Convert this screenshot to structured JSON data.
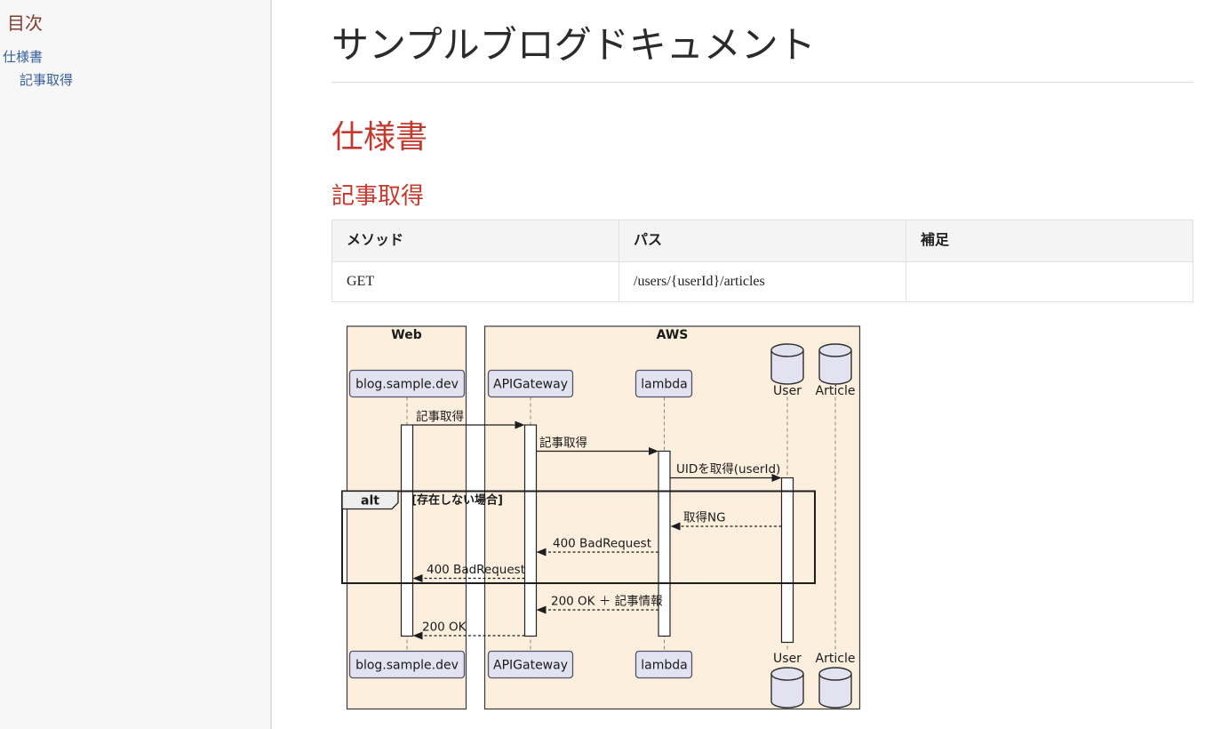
{
  "sidebar": {
    "title": "目次",
    "items": [
      {
        "label": "仕様書",
        "level": 1
      },
      {
        "label": "記事取得",
        "level": 2
      }
    ]
  },
  "main": {
    "title": "サンプルブログドキュメント",
    "section_title": "仕様書",
    "subsection_title": "記事取得",
    "table": {
      "headers": [
        "メソッド",
        "パス",
        "補足"
      ],
      "rows": [
        [
          "GET",
          "/users/{userId}/articles",
          ""
        ]
      ]
    }
  },
  "diagram": {
    "type": "plantuml-sequence",
    "boxes": [
      {
        "label": "Web"
      },
      {
        "label": "AWS"
      }
    ],
    "participants": [
      {
        "name": "blog.sample.dev",
        "type": "participant",
        "box": "Web"
      },
      {
        "name": "APIGateway",
        "type": "participant",
        "box": "AWS"
      },
      {
        "name": "lambda",
        "type": "participant",
        "box": "AWS"
      },
      {
        "name": "User",
        "type": "database",
        "box": "AWS"
      },
      {
        "name": "Article",
        "type": "database",
        "box": "AWS"
      }
    ],
    "messages": [
      {
        "from": "blog.sample.dev",
        "to": "APIGateway",
        "label": "記事取得",
        "style": "solid"
      },
      {
        "from": "APIGateway",
        "to": "lambda",
        "label": "記事取得",
        "style": "solid"
      },
      {
        "from": "lambda",
        "to": "User",
        "label": "UIDを取得(userId)",
        "style": "solid"
      },
      {
        "from": "User",
        "to": "lambda",
        "label": "取得NG",
        "style": "dashed"
      },
      {
        "from": "lambda",
        "to": "APIGateway",
        "label": "400 BadRequest",
        "style": "dashed"
      },
      {
        "from": "APIGateway",
        "to": "blog.sample.dev",
        "label": "400 BadRequest",
        "style": "dashed"
      },
      {
        "from": "lambda",
        "to": "APIGateway",
        "label": "200 OK ＋ 記事情報",
        "style": "dashed"
      },
      {
        "from": "APIGateway",
        "to": "blog.sample.dev",
        "label": "200 OK",
        "style": "dashed"
      }
    ],
    "fragment": {
      "operator": "alt",
      "condition": "[存在しない場合]"
    },
    "colors": {
      "box_fill": "#fcefdd",
      "box_border": "#3a3a3a",
      "participant_fill": "#e2e2f0",
      "participant_border": "#53536b",
      "frame_border": "#1e1e1e"
    }
  },
  "colors": {
    "heading_accent": "#c3392b",
    "toc_title": "#823b32",
    "link": "#35609d",
    "sidebar_bg": "#f7f7f8",
    "table_header_bg": "#f4f4f4"
  }
}
